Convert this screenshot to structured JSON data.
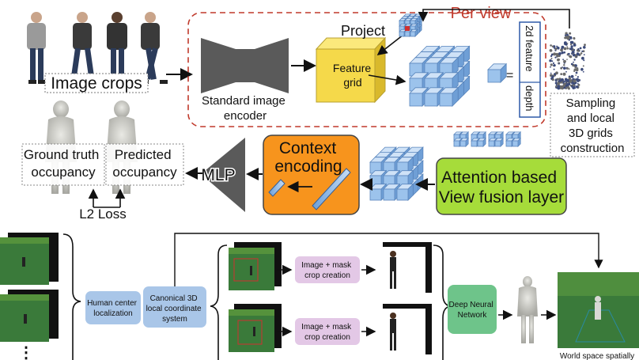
{
  "top": {
    "image_crops_label": "Image crops",
    "per_view_label": "Per view",
    "project_label": "Project",
    "feature_grid_label": [
      "Feature",
      "grid"
    ],
    "encoder_label": [
      "Standard image",
      "encoder"
    ],
    "feature_dims": [
      "2d feature",
      "depth"
    ],
    "sampling_label": [
      "Sampling",
      "and local",
      "3D grids",
      "construction"
    ],
    "ground_truth_label": [
      "Ground truth",
      "occupancy"
    ],
    "predicted_label": [
      "Predicted",
      "occupancy"
    ],
    "mlp_label": "MLP",
    "context_label": [
      "Context",
      "encoding"
    ],
    "attention_label": [
      "Attention based",
      "View fusion layer"
    ],
    "loss_label": "L2 Loss"
  },
  "bottom": {
    "human_center_label": [
      "Human center",
      "localization"
    ],
    "canonical_label": [
      "Canonical 3D",
      "local coordinate",
      "system"
    ],
    "crop_label_1": [
      "Image + mask",
      "crop creation"
    ],
    "crop_label_2": [
      "Image + mask",
      "crop creation"
    ],
    "dnn_label": [
      "Deep Neural",
      "Network"
    ],
    "world_space_label": "World space spatially",
    "ellipsis": "⋮"
  },
  "colors": {
    "encoder": "#5a5a5a",
    "feature_box": "#f5d94a",
    "cube": "#9cc3ec",
    "per_view_border": "#c0392b",
    "context_fill": "#f7941d",
    "attention_fill": "#a6dc3a",
    "box_blue": "#a9c6e8",
    "box_lilac": "#e3c8e6",
    "box_green": "#6ec48a",
    "scene_green": "#3a7a3a"
  }
}
